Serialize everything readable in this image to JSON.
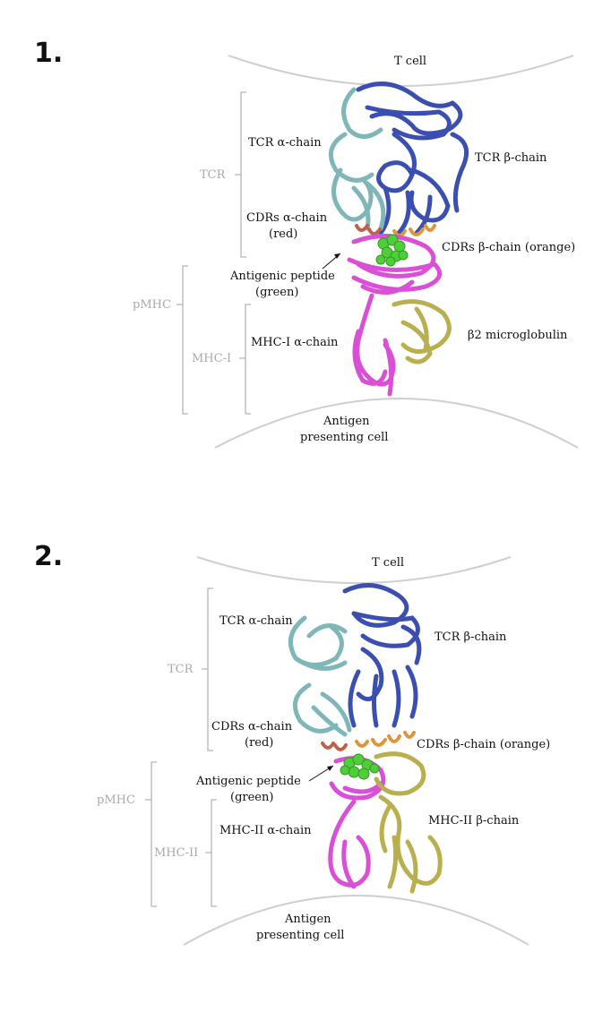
{
  "panels": [
    {
      "number": "1.",
      "t_cell": "T cell",
      "tcr_alpha": "TCR α-chain",
      "tcr_beta": "TCR β-chain",
      "cdr_alpha_1": "CDRs α-chain",
      "cdr_alpha_2": "(red)",
      "cdr_beta": "CDRs β-chain (orange)",
      "peptide_1": "Antigenic peptide",
      "peptide_2": "(green)",
      "mhc_chain_a": "MHC-I α-chain",
      "mhc_chain_b": "β2 microglobulin",
      "apc_1": "Antigen",
      "apc_2": "presenting cell",
      "brace_tcr": "TCR",
      "brace_pmhc": "pMHC",
      "brace_mhc": "MHC-I"
    },
    {
      "number": "2.",
      "t_cell": "T cell",
      "tcr_alpha": "TCR α-chain",
      "tcr_beta": "TCR β-chain",
      "cdr_alpha_1": "CDRs α-chain",
      "cdr_alpha_2": "(red)",
      "cdr_beta": "CDRs β-chain (orange)",
      "peptide_1": "Antigenic peptide",
      "peptide_2": "(green)",
      "mhc_chain_a": "MHC-II α-chain",
      "mhc_chain_b": "MHC-II β-chain",
      "apc_1": "Antigen",
      "apc_2": "presenting cell",
      "brace_tcr": "TCR",
      "brace_pmhc": "pMHC",
      "brace_mhc": "MHC-II"
    }
  ],
  "colors": {
    "tcr_alpha": "#7fb6b8",
    "tcr_beta": "#3b4fb0",
    "cdr_alpha": "#c0604a",
    "cdr_beta": "#e0953a",
    "peptide": "#4fce3a",
    "mhc_alpha": "#d94fd6",
    "mhc_beta": "#b8b04e",
    "membrane": "#cfcfcf",
    "brace": "#b5b5b5"
  }
}
